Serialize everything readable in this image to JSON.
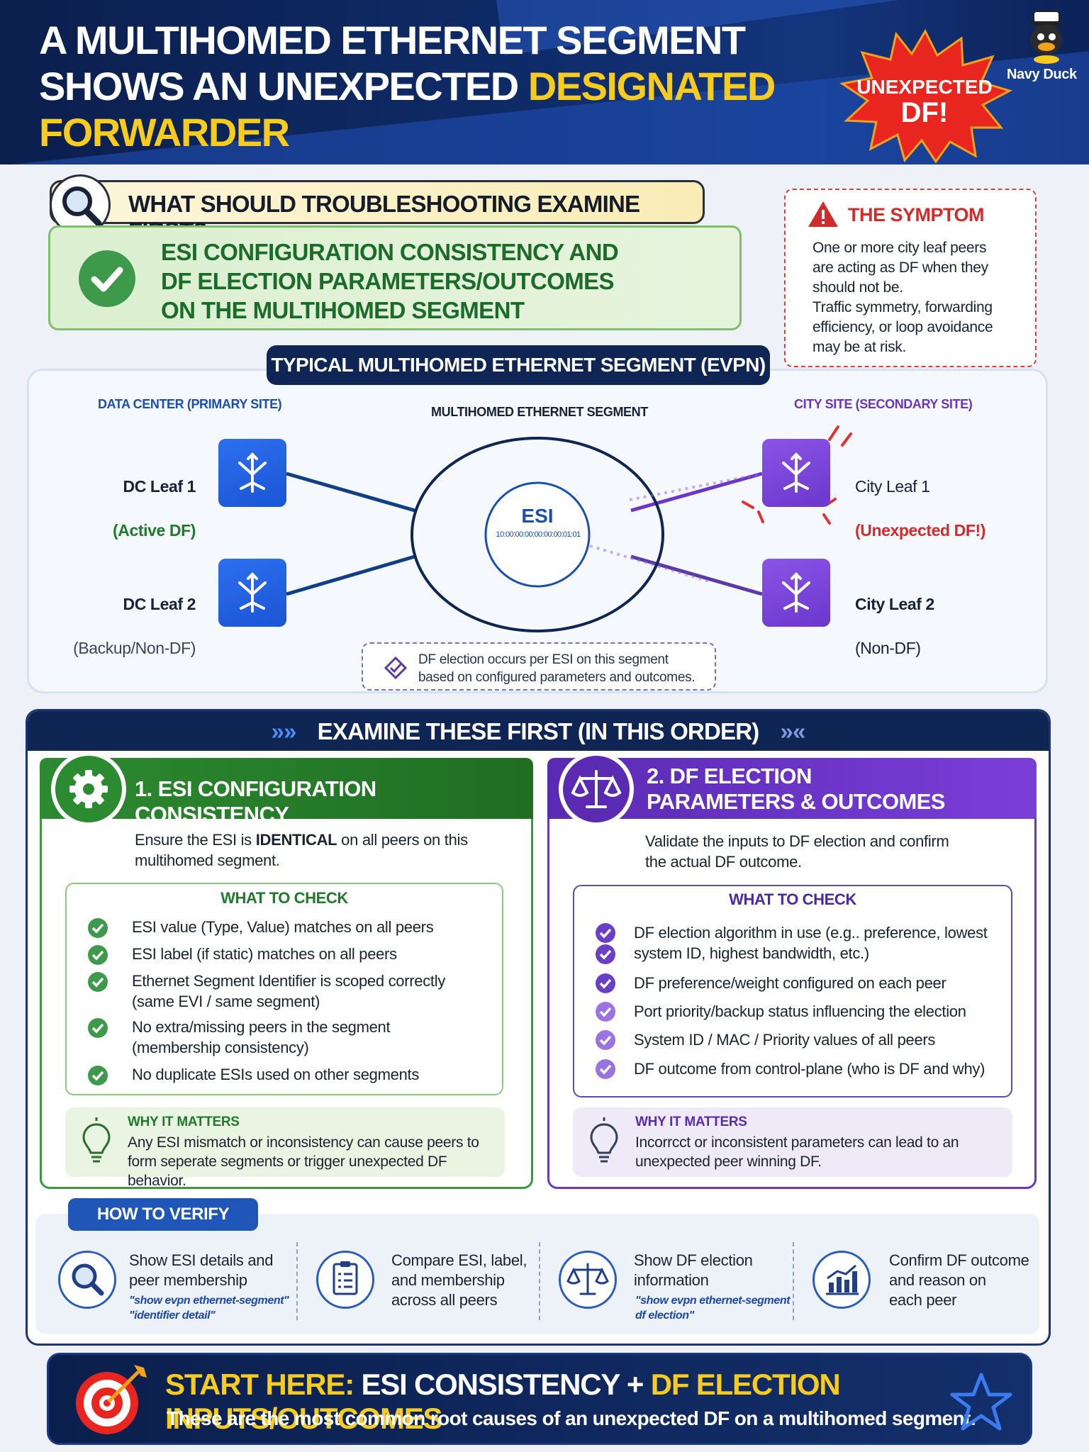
{
  "header": {
    "title_line1": "A MULTIHOMED ETHERNET SEGMENT",
    "title_line2_pre": "SHOWS AN UNEXPECTED ",
    "title_line2_hl": "DESIGNATED FORWARDER",
    "title_line3": "ON CITY LEAF PEERS.",
    "burst_line1": "UNEXPECTED",
    "burst_line2": "DF!",
    "logo_text": "Navy Duck"
  },
  "question": {
    "text": "WHAT SHOULD TROUBLESHOOTING EXAMINE FIRST?",
    "answer": "ESI CONFIGURATION CONSISTENCY AND\nDF ELECTION PARAMETERS/OUTCOMES\nON THE MULTIHOMED SEGMENT"
  },
  "symptom": {
    "title": "THE SYMPTOM",
    "body": "One or more city leaf peers\nare acting as DF when they\nshould not be.\nTraffic symmetry, forwarding\nefficiency, or loop avoidance\nmay be at risk."
  },
  "diagram": {
    "title": "TYPICAL MULTIHOMED ETHERNET SEGMENT (EVPN)",
    "dc_site": "DATA CENTER (PRIMARY SITE)",
    "segment_label": "MULTIHOMED ETHERNET SEGMENT",
    "city_site": "CITY SITE (SECONDARY SITE)",
    "esi_label": "ESI",
    "esi_value": "10:00:00:00:00:00:00:01:01",
    "nodes": [
      {
        "name": "DC Leaf 1",
        "role": "(Active DF)"
      },
      {
        "name": "DC Leaf 2",
        "role": "(Backup/Non-DF)"
      },
      {
        "name": "City Leaf 1",
        "role": "(Unexpected DF!)"
      },
      {
        "name": "City Leaf 2",
        "role": "(Non-DF)"
      }
    ],
    "note": "DF election occurs per ESI on this segment\nbased on configured parameters and outcomes."
  },
  "examine": {
    "title": "EXAMINE THESE FIRST (IN THIS ORDER)",
    "col1": {
      "title": "1. ESI CONFIGURATION CONSISTENCY",
      "intro_pre": "Ensure the ESI is ",
      "intro_bold": "IDENTICAL",
      "intro_post": " on all peers on this\nmultihomed segment.",
      "check_title": "WHAT TO CHECK",
      "items": [
        "ESI value (Type, Value) matches on all peers",
        "ESI label (if static) matches on all peers",
        "Ethernet Segment Identifier is scoped correctly\n(same EVI / same segment)",
        "No extra/missing peers in the segment\n(membership consistency)",
        "No duplicate ESIs used on other segments"
      ],
      "why_title": "WHY IT MATTERS",
      "why_body": "Any ESI mismatch or inconsistency can cause peers to\nform seperate segments or trigger unexpected DF behavior."
    },
    "col2": {
      "title": "2. DF ELECTION\nPARAMETERS & OUTCOMES",
      "intro": "Validate the inputs to DF election and confirm\nthe actual DF outcome.",
      "check_title": "WHAT TO CHECK",
      "items": [
        "DF election algorithm in use (e.g.. preference, lowest\nsystem ID, highest bandwidth, etc.)",
        "DF preference/weight configured on each peer",
        "Port priority/backup status influencing the election",
        "System ID / MAC / Priority values of all peers",
        "DF outcome from control-plane (who is DF and why)"
      ],
      "why_title": "WHY IT MATTERS",
      "why_body": "Incorrcct or inconsistent parameters can lead to an\nunexpected peer winning DF."
    }
  },
  "verify": {
    "title": "HOW TO VERIFY",
    "steps": [
      {
        "text": "Show ESI details and\npeer membership",
        "cmd": "\"show evpn ethernet-segment\"\n\"identifier detail\""
      },
      {
        "text": "Compare ESI, label,\nand membership\nacross all peers",
        "cmd": ""
      },
      {
        "text": "Show DF election\ninformation",
        "cmd": "\"show evpn ethernet-segment\ndf election\""
      },
      {
        "text": "Confirm DF outcome\nand reason on\neach peer",
        "cmd": ""
      }
    ]
  },
  "footer": {
    "lead": "START HERE:",
    "mid1": " ESI CONSISTENCY + ",
    "mid2": "DF ELECTION INPUTS/OUTCOMES",
    "sub": "These are the most common root causes of an unexpected DF on a multihomed segment."
  },
  "colors": {
    "navy": "#0f2553",
    "yellow": "#f7cc1e",
    "green": "#3d9a4a",
    "purple": "#6c37c9",
    "blue": "#1f56b8",
    "red": "#d02c2c"
  }
}
